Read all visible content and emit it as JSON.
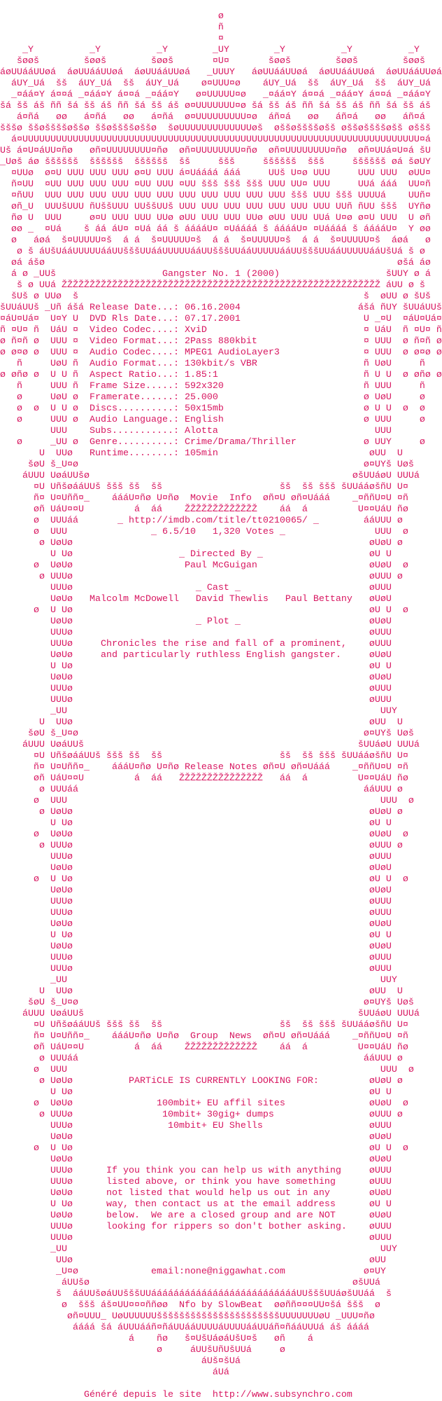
{
  "document": {
    "title": "Gangster No. 1 (2000)",
    "nfo_credit": "Nfo by SlowBeat",
    "footer": "Généré depuis le site  http://www.subsynchro.com"
  },
  "lines": [
    "",
    "                                       ø",
    "                                       ñ",
    "                                       ¤",
    "    _Y          _Y          _Y        _UY        _Y          _Y          _Y",
    "   šøøš        šøøš        šøøš       ¤U¤       šøøš        šøøš        šøøš",
    "áøUUááUUøá  áøUUááUUøá  áøUUááUUøá   _UUUY   áøUUááUUøá  áøUUááUUøá  áøUUááUUøá",
    "  áUY_Uá  šš  áUY_Uá  šš  áUY_Uá    ø¤UUU¤ø    áUY_Uá  šš  áUY_Uá  šš  áUY_Uá",
    "  _¤áá¤Y á¤¤á _¤áá¤Y á¤¤á _¤áá¤Y   ø¤UUUUU¤ø   _¤áá¤Y á¤¤á _¤áá¤Y á¤¤á _¤áá¤Y",
    "šá šš áš ññ šá šš áš ññ šá šš áš ø¤UUUUUUU¤ø šá šš áš ññ šá šš áš ññ šá šš áš",
    "   á¤ñá   øø   á¤ñá   øø   á¤ñá  ø¤UUUUUUUUU¤ø  áñ¤á   øø   áñ¤á   øø   áñ¤á",
    "šššø ššøššššøššø ššøššššøššø  šøUUUUUUUUUUUUUøš  øššøššššøšš øššøššššøšš øššš",
    "  á¤UUUUUUUUUUUUUUUUUUUUUUUUUUUUUUUUUUUUUUUUUUUUUUUUUUUUUUUUUUUUUUUUUUUUUUU¤á",
    "Uš á¤U¤áUU¤ñø   øñ¤UUUUUUUU¤ñø  øñ¤UUUUUUUU¤ñø  øñ¤UUUUUUUU¤ñø  øñ¤UUá¤U¤á šU",
    "_Uøš áø šššššš  šššššš  šššššš  šš     ššš     šššššš  ššš     šššššš øá šøUY",
    "  ¤UUø  ø¤U UUU UUU UUU ø¤U UUU á¤Uáááá ááá     UUš U¤ø UUU     UUU UUU  øUU¤",
    "  ñ¤UU  ¤UU UUU UUU UUU ¤UU UUU ¤UU ššš ššš ššš UUU UU¤ UUU     UUá ááá  UU¤ñ",
    "  ¤ñUU  UUU UUU UUU UUU UUU UUU UUU UUU UUU UUU UUU ššš UUU ššš UUUUá    UUñ¤",
    "  øñ_U  UUUšUUU ñUššUUU UUššUUš UUU UUU UUU UUU UUU UUU UUU UUñ ñUU ššš  UYñø",
    "  ñø U  UUU     ø¤U UUU UUU UUø øUU UUU UUU UUø øUU UUU UUá U¤ø ø¤U UUU  U øñ",
    "  øø _  ¤Uá    š áá áU¤ ¤Uá áá š ááááU¤ ¤Uáááá š ááááU¤ ¤Uáááá š ááááU¤  Y øø",
    "  ø   áøá  š¤UUUUU¤š  á á  š¤UUUUU¤š  á á  š¤UUUUU¤š  á á  š¤UUUUU¤š  áøá   ø",
    "   ø š áUšUááUUUUUááUUšššUUááUUUUUááUUšššUUááUUUUUááUUšššUUááUUUUUááUšUá š ø",
    "  øá ášø                                                               øšá áø",
    "  á ø _UUš                   Gangster No. 1 (2000)                   šUUY ø á",
    "   š ø UUá ŽŽŽŽŽŽŽŽŽŽŽŽŽŽŽŽŽŽŽŽŽŽŽŽŽŽŽŽŽŽŽŽŽŽŽŽŽŽŽŽŽŽŽŽŽŽŽŽŽŽŽŽŽŽŽŽŽ áUU ø š",
    "  šUš ø UUø  š                                                   š  øUU ø šUš",
    "šUUáUUš _Uñ ášá Release Date...: 06.16.2004                     ášá ñUY šUUáUUš",
    "¤áU¤Uá¤  U¤Y U  DVD Rls Date...: 07.17.2001                      U _¤U  ¤áU¤Uá¤",
    "ñ ¤U¤ ñ  UáU ¤  Video Codec....: XviD                            ¤ UáU  ñ ¤U¤ ñ",
    "ø ñ¤ñ ø  UUU ¤  Video Format...: 2Pass 880kbit                   ¤ UUU  ø ñ¤ñ ø",
    "ø ø¤ø ø  UUU ¤  Audio Codec....: MPEG1 AudioLayer3               ¤ UUU  ø ø¤ø ø",
    "   ñ     UøU ñ  Audio Format...: 130kbit/s VBR                   ñ UøU     ñ",
    "ø øñø ø  U U ñ  Aspect Ratio...: 1.85:1                          ñ U U  ø øñø ø",
    "   ñ     UUU ñ  Frame Size.....: 592x320                         ñ UUU     ñ",
    "   ø     UøU ø  Framerate......: 25.000                          ø UøU     ø",
    "   ø  ø  U U ø  Discs..........: 50x15mb                         ø U U  ø  ø",
    "   ø     UUU ø  Audio Language.: English                         ø UUU     ø",
    "         UUU    Subs...........: Alotta                            UUU",
    "   ø     _UU ø  Genre..........: Crime/Drama/Thriller            ø UUY     ø",
    "       U  UUø   Runtime........: 105min                           øUU  U",
    "     šøU š_U¤ø                                                   ø¤UYš Uøš",
    "    áUUU UøáUUšø                                               øšUUáøU UUUá",
    "      ¤U UñšøááUUš ššš šš  šš                     šš  šš ššš šUUááøšñU U¤",
    "      ñ¤ U¤Uññ¤_    áááU¤ñø U¤ñø  Movie  Info  øñ¤U øñ¤Uááá    _¤ññU¤U ¤ñ",
    "      øñ UáU¤¤U         á  áá    ŽŽŽŽŽŽŽŽŽŽŽŽŽ    áá  á         U¤¤UáU ñø",
    "      ø  UUUáá       _ http://imdb.com/title/tt0210065/ _        ááUUU ø",
    "      ø  UUU               _ 6.5/10   1,320 Votes _                UUU  ø",
    "       ø UøUø                                                     øUøU ø",
    "         U Uø                   _ Directed By _                   øU U",
    "      ø  UøUø                    Paul McGuigan                    øUøU  ø",
    "       ø UUUø                                                     øUUU ø",
    "         UUUø                      _ Cast _                       øUUU",
    "         UøUø   Malcolm McDowell   David Thewlis   Paul Bettany   øUøU",
    "      ø  U Uø                                                     øU U  ø",
    "         UøUø                      _ Plot _                       øUøU",
    "         UUUø                                                     øUUU",
    "         UUUø     Chronicles the rise and fall of a prominent,    øUUU",
    "         UøUø     and particularly ruthless English gangster.     øUøU",
    "         U Uø                                                     øU U",
    "         UøUø                                                     øUøU",
    "         UUUø                                                     øUUU",
    "         UUUø                                                     øUUU",
    "         _UU                                                        UUY",
    "       U  UUø                                                     øUU  U",
    "     šøU š_U¤ø                                                   ø¤UYš Uøš",
    "    áUUU UøáUUš                                                 šUUáøU UUUá",
    "      ¤U UñšøááUUš ššš šš  šš                     šš  šš ššš šUUááøšñU U¤",
    "      ñ¤ U¤Uññ¤_    áááU¤ñø U¤ñø Release Notes øñ¤U øñ¤Uááá    _¤ññU¤U ¤ñ",
    "      øñ UáU¤¤U         á  áá   ŽŽŽŽŽŽŽŽŽŽŽŽŽŽŽ   áá  á         U¤¤UáU ñø",
    "       ø UUUáá                                                   ááUUU ø",
    "      ø  UUU                                                        UUU  ø",
    "       ø UøUø                                                     øUøU ø",
    "         U Uø                                                     øU U",
    "      ø  UøUø                                                     øUøU  ø",
    "       ø UUUø                                                     øUUU ø",
    "         UUUø                                                     øUUU",
    "         UøUø                                                     øUøU",
    "      ø  U Uø                                                     øU U  ø",
    "         UøUø                                                     øUøU",
    "         UUUø                                                     øUUU",
    "         UUUø                                                     øUUU",
    "         UøUø                                                     øUøU",
    "         U Uø                                                     øU U",
    "         UøUø                                                     øUøU",
    "         UUUø                                                     øUUU",
    "         UUUø                                                     øUUU",
    "         _UU                                                        UUY",
    "       U  UUø                                                     øUU  U",
    "     šøU š_U¤ø                                                   ø¤UYš Uøš",
    "    áUUU UøáUUš                                                 šUUáøU UUUá",
    "      ¤U UñšøááUUš ššš šš  šš                     šš  šš ššš šUUááøšñU U¤",
    "      ñ¤ U¤Uññ¤_    áááU¤ñø U¤ñø  Group  News  øñ¤U øñ¤Uááá    _¤ññU¤U ¤ñ",
    "      øñ UáU¤¤U         á  áá    ŽŽŽŽŽŽŽŽŽŽŽŽŽ    áá  á         U¤¤UáU ñø",
    "       ø UUUáá                                                   ááUUU ø",
    "      ø  UUU                                                        UUU  ø",
    "       ø UøUø          PARTiCLE IS CURRENTLY LOOKING FOR:         øUøU ø",
    "         U Uø                                                     øU U",
    "      ø  UøUø               100mbit+ EU affil sites               øUøU  ø",
    "       ø UUUø                10mbit+ 30gig+ dumps                 øUUU ø",
    "         UUUø                 10mbit+ EU Shells                   øUUU",
    "         UøUø                                                     øUøU",
    "      ø  U Uø                                                     øU U  ø",
    "         UøUø                                                     øUøU",
    "         UUUø      If you think you can help us with anything     øUUU",
    "         UUUø      listed above, or think you have something      øUUU",
    "         UøUø      not listed that would help us out in any       øUøU",
    "         U Uø      way, then contact us at the email address      øU U",
    "         UøUø      below.  We are a closed group and are NOT      øUøU",
    "         UUUø      looking for rippers so don't bother asking.    øUUU",
    "         UUUø                                                     øUUU",
    "         _UU                                                        UUY",
    "          UUø                                                     øUU",
    "          _U¤ø             email:none@niggawhat.com              ø¤UY",
    "           áUUšø                                               øšUUá",
    "          š  ááUUšøáUUšššUUááááááááááááááááááááááááááUUšššUUáøšUUáá  š",
    "           ø  ššš áš¤UU¤¤¤ññøø  Nfo by SlowBeat  øøññ¤¤¤UU¤šá ššš  ø",
    "            øñ¤UUU_ UøUUUUUUššššššššššššššššššššššUUUUUUUøU _UUU¤ñø",
    "             áááá šá áUUUááñ¤ñáUUááUUUUáUUUUááUUáñ¤ñááUUUá áš áááá",
    "                       á    ñø   š¤UšUáøáUšU¤š   øñ    á",
    "                            ø     áUUšUñUšUUá     ø",
    "                                    áUš¤šUá",
    "                                      áUá",
    "",
    "               Généré depuis le site  http://www.subsynchro.com"
  ],
  "colors": {
    "text": "#d81660",
    "background": "#ffffff"
  }
}
